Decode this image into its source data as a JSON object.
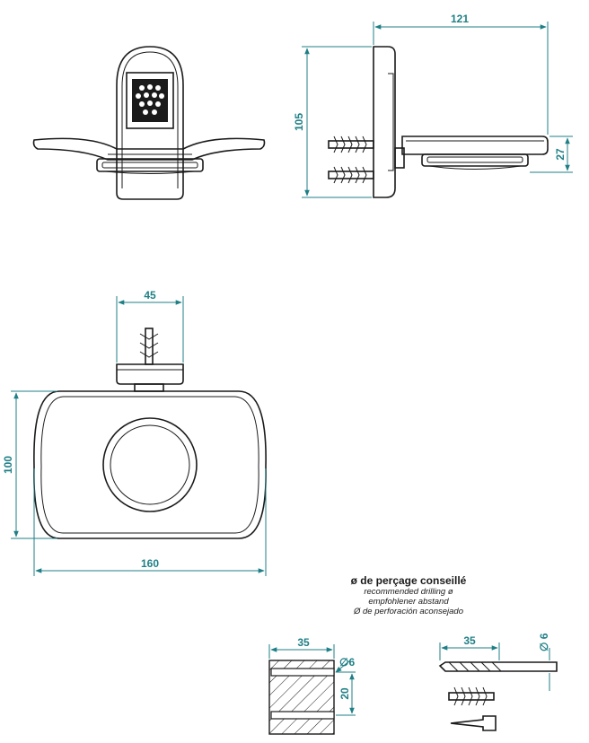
{
  "dimensions": {
    "side_depth": "121",
    "side_height": "105",
    "side_dish_height": "27",
    "top_mount_width": "45",
    "front_height": "100",
    "front_width": "160",
    "wall_hole_spacing": "35",
    "wall_hole_diameter": "∅6",
    "wall_hole_gap": "20",
    "drill_length": "35",
    "drill_diameter": "∅ 6"
  },
  "note": {
    "title": "ø de perçage conseillé",
    "en": "recommended drilling ø",
    "de": "empfohlener abstand",
    "es": "Ø de perforación aconsejado"
  }
}
